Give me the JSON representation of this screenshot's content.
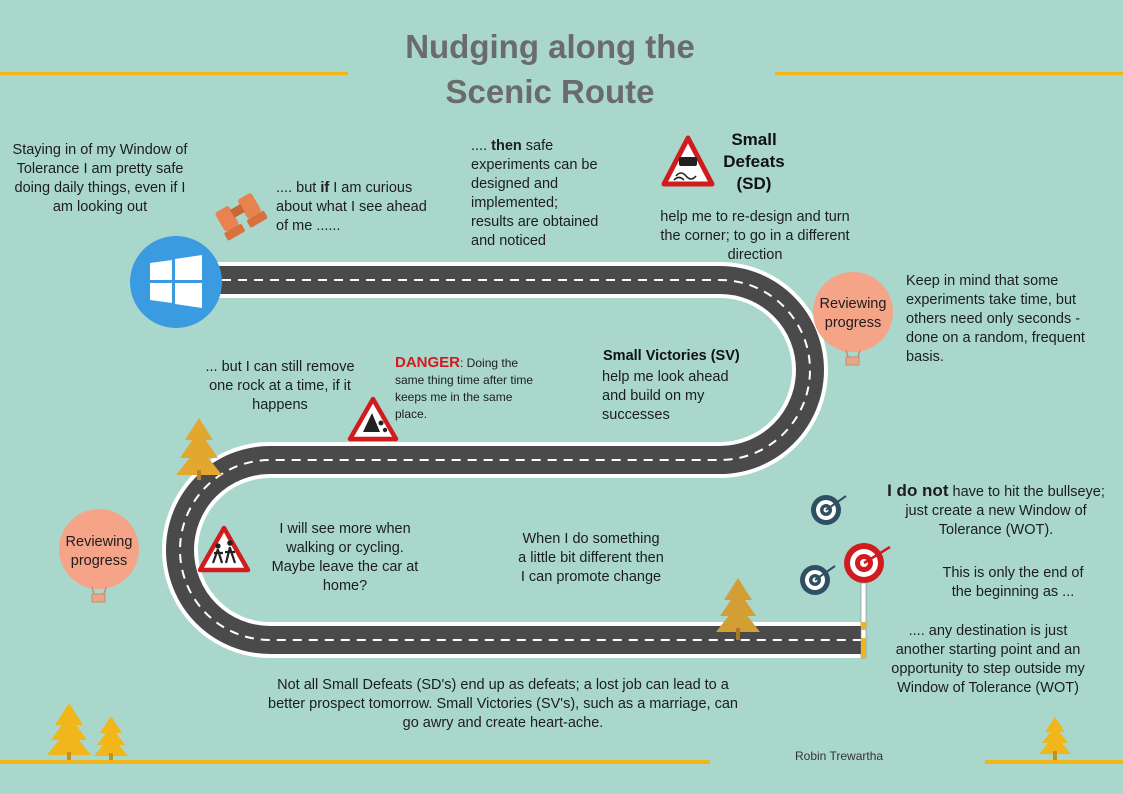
{
  "title": {
    "line1": "Nudging along the",
    "line2": "Scenic Route"
  },
  "texts": {
    "window_intro": [
      "Staying in of my Window of",
      "Tolerance I am pretty safe",
      "doing daily things, even if I",
      "am looking out"
    ],
    "curious": {
      "pre": ".... but ",
      "bold": "if",
      "post": " I am curious",
      "line2": "about what I see ahead",
      "line3": "of me ......"
    },
    "then": {
      "pre": ".... ",
      "bold": "then",
      "post": " safe",
      "rest": [
        "experiments can be",
        "designed and",
        "implemented;",
        "results are obtained",
        "and noticed"
      ]
    },
    "small_defeats_title": [
      "Small",
      "Defeats",
      "(SD)"
    ],
    "small_defeats_desc": [
      "help me to re-design and turn",
      "the corner; to go in a different",
      "direction"
    ],
    "keep_in_mind": [
      "Keep in mind that some",
      "experiments take time, but",
      "others need only seconds -",
      "done on a random, frequent",
      "basis."
    ],
    "remove_rock": [
      "... but I can still remove",
      "one rock at a time, if it",
      "happens"
    ],
    "danger_label": "DANGER",
    "danger_text": [
      ": Doing the",
      "same thing time after time",
      "keeps me in the same",
      "place."
    ],
    "small_victories_title": "Small Victories  (SV)",
    "small_victories_desc": [
      "help me look ahead",
      "and build on my",
      "successes"
    ],
    "bullseye": {
      "bold": "I do not",
      "post": " have to hit the bullseye;",
      "rest": [
        "just create a new Window of",
        "Tolerance (WOT)."
      ]
    },
    "walking": [
      "I will see more when",
      "walking or cycling.",
      "Maybe leave the car at",
      "home?"
    ],
    "different": [
      "When I do something",
      "a little bit different then",
      "I can promote change"
    ],
    "end_beginning": [
      "This is only the end of",
      "the beginning as ..."
    ],
    "destination": [
      ".... any destination is just",
      "another starting point and an",
      "opportunity to step outside my",
      "Window of Tolerance (WOT)"
    ],
    "bottom_note": [
      "Not all Small Defeats (SD's) end up as defeats; a lost job can lead to a",
      "better prospect tomorrow. Small Victories (SV's), such as a marriage, can",
      "go awry and create heart-ache."
    ],
    "author": "Robin Trewartha",
    "balloon_top": [
      "Reviewing",
      "progress"
    ],
    "balloon_left": [
      "Reviewing",
      "progress"
    ]
  },
  "colors": {
    "background": "#a9d7cb",
    "road": "#4a4a4a",
    "accent_gold": "#f1b61a",
    "title_gray": "#6b6b6b",
    "balloon": "#f5a488",
    "windows_blue": "#3b9be0",
    "sign_red": "#d01c1f",
    "tree": "#e2a72e",
    "tree_dark": "#b9832a",
    "target_blue": "#2f4f63"
  },
  "icons": [
    "windows-logo-icon",
    "binoculars-icon",
    "slippery-road-sign-icon",
    "falling-rocks-sign-icon",
    "children-crossing-sign-icon",
    "hot-air-balloon-icon",
    "target-icon",
    "tree-icon",
    "finish-pole-icon"
  ]
}
